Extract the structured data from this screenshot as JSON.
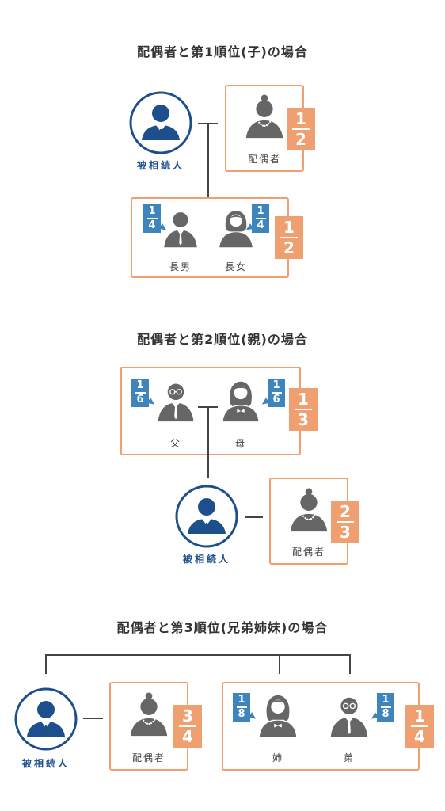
{
  "colors": {
    "orange": "#f0a070",
    "blue": "#3f85bd",
    "navy": "#1c4f8c",
    "gray": "#666666"
  },
  "section1": {
    "title": "配偶者と第1順位(子)の場合",
    "deceased_label": "被相続人",
    "spouse": {
      "label": "配偶者",
      "share_num": "1",
      "share_den": "2"
    },
    "children": {
      "share_num": "1",
      "share_den": "2",
      "members": [
        {
          "label": "長男",
          "num": "1",
          "den": "4"
        },
        {
          "label": "長女",
          "num": "1",
          "den": "4"
        }
      ]
    }
  },
  "section2": {
    "title": "配偶者と第2順位(親)の場合",
    "deceased_label": "被相続人",
    "parents": {
      "share_num": "1",
      "share_den": "3",
      "members": [
        {
          "label": "父",
          "num": "1",
          "den": "6"
        },
        {
          "label": "母",
          "num": "1",
          "den": "6"
        }
      ]
    },
    "spouse": {
      "label": "配偶者",
      "share_num": "2",
      "share_den": "3"
    }
  },
  "section3": {
    "title": "配偶者と第3順位(兄弟姉妹)の場合",
    "deceased_label": "被相続人",
    "spouse": {
      "label": "配偶者",
      "share_num": "3",
      "share_den": "4"
    },
    "siblings": {
      "share_num": "1",
      "share_den": "4",
      "members": [
        {
          "label": "姉",
          "num": "1",
          "den": "8"
        },
        {
          "label": "弟",
          "num": "1",
          "den": "8"
        }
      ]
    }
  }
}
